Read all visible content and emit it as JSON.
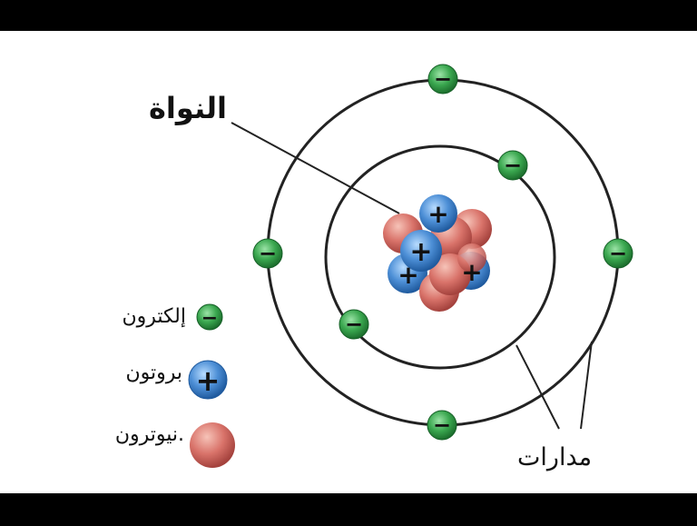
{
  "labels": {
    "nucleus": "النواة",
    "orbits": "مدارات"
  },
  "legend": {
    "electron": "إلكترون",
    "proton": "بروتون",
    "neutron": ".نيوترون"
  },
  "symbols": {
    "electron": "−",
    "proton": "+"
  },
  "colors": {
    "electron": "#3aa74f",
    "proton": "#4d8fd6",
    "neutron": "#d9736a",
    "orbit": "#222222",
    "bars": "#000000"
  },
  "counts": {
    "inner_orbit_electrons": 2,
    "outer_orbit_electrons": 4,
    "protons_visible": 4,
    "neutrons_visible": 6
  }
}
